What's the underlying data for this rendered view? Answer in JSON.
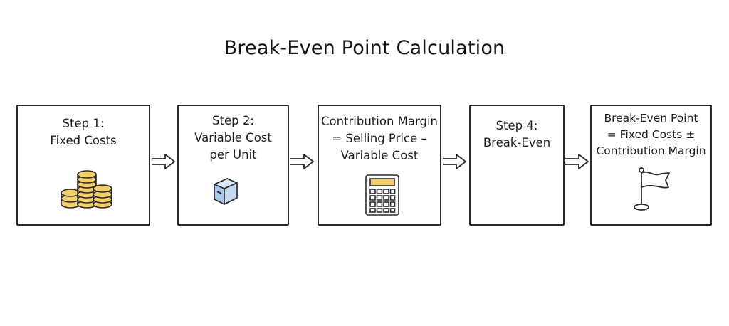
{
  "title": "Break-Even Point Calculation",
  "steps": [
    {
      "lines": [
        "Step 1:",
        "Fixed Costs"
      ],
      "icon": "coins-icon"
    },
    {
      "lines": [
        "Step 2:",
        "Variable Cost",
        "per Unit"
      ],
      "icon": "box-icon"
    },
    {
      "lines": [
        "Contribution Margin",
        "= Selling Price –",
        "Variable Cost"
      ],
      "icon": "calculator-icon"
    },
    {
      "lines": [
        "Step 4:",
        "Break-Even"
      ],
      "icon": ""
    },
    {
      "lines": [
        "Break-Even Point",
        "= Fixed Costs ±",
        "Contribution Margin"
      ],
      "icon": "flag-icon"
    }
  ],
  "colors": {
    "outline": "#2a2a2a",
    "coin_gold": "#f2cf6b",
    "box_blue": "#a9c9ec",
    "calc_display": "#f2cf6b"
  }
}
